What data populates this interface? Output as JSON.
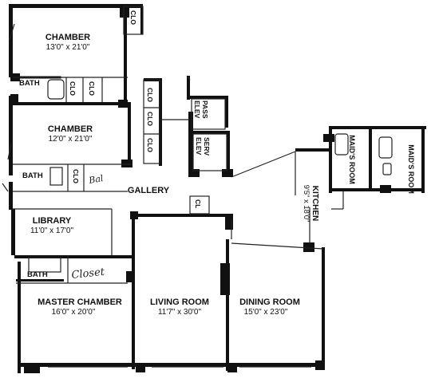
{
  "rooms": {
    "chamber_1": {
      "name": "CHAMBER",
      "size": "13'0\" x 21'0\""
    },
    "chamber_2": {
      "name": "CHAMBER",
      "size": "12'0\" x 21'0\""
    },
    "library": {
      "name": "LIBRARY",
      "size": "11'0\" x 17'0\""
    },
    "master_chamber": {
      "name": "MASTER CHAMBER",
      "size": "16'0\" x 20'0\""
    },
    "living_room": {
      "name": "LIVING ROOM",
      "size": "11'7\" x 30'0\""
    },
    "dining_room": {
      "name": "DINING ROOM",
      "size": "15'0\" x 23'0\""
    },
    "kitchen": {
      "name": "KITCHEN",
      "size": "9'5\" x 18'0\""
    },
    "maids_room_1": {
      "name": "MAID'S ROOM"
    },
    "maids_room_2": {
      "name": "MAID'S ROOM"
    },
    "gallery": {
      "name": "GALLERY"
    }
  },
  "small_labels": {
    "clo": "CLO",
    "bath": "BATH",
    "cl": "CL",
    "pass_elev": [
      "PASS",
      "ELEV"
    ],
    "serv_elev": [
      "SERV",
      "ELEV"
    ]
  },
  "handwriting": {
    "bal": "Bal",
    "closet": "Closet"
  }
}
